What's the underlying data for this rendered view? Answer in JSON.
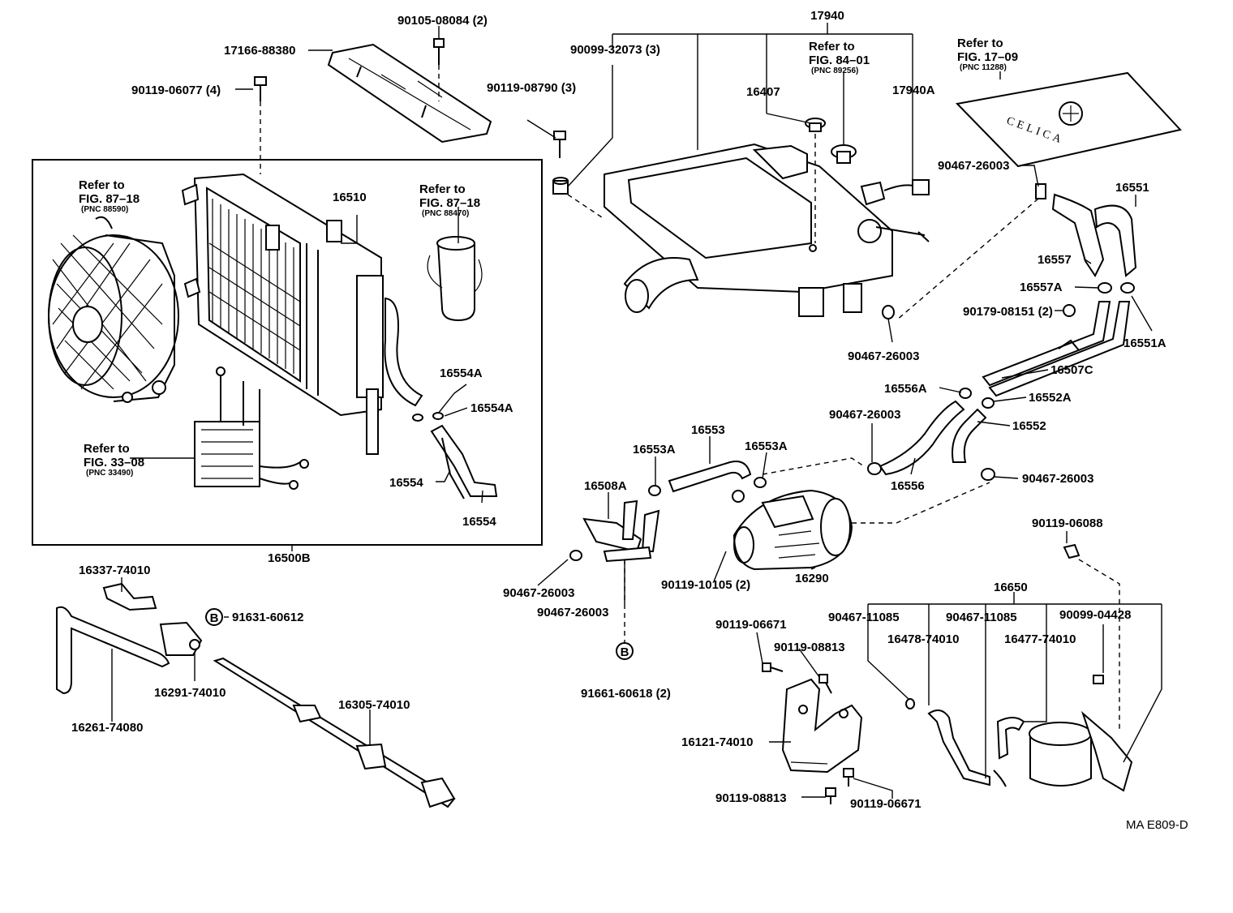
{
  "diagram_id": "MA E809-D",
  "badge_letter": "B",
  "part_numbers": {
    "p_17940": "17940",
    "p_90105_08084": "90105-08084 (2)",
    "p_17166_88380": "17166-88380",
    "p_90119_06077": "90119-06077 (4)",
    "p_90099_32073": "90099-32073 (3)",
    "p_90119_08790": "90119-08790 (3)",
    "p_16407": "16407",
    "p_17940A": "17940A",
    "p_16510": "16510",
    "p_90467_26003_a": "90467-26003",
    "p_16551": "16551",
    "p_16557": "16557",
    "p_16557A": "16557A",
    "p_90179_08151": "90179-08151 (2)",
    "p_16551A": "16551A",
    "p_90467_26003_b": "90467-26003",
    "p_16507C": "16507C",
    "p_16556A": "16556A",
    "p_16552A": "16552A",
    "p_16554A_a": "16554A",
    "p_16554A_b": "16554A",
    "p_90467_26003_c": "90467-26003",
    "p_16552": "16552",
    "p_16553": "16553",
    "p_16553A_a": "16553A",
    "p_16553A_b": "16553A",
    "p_16554_a": "16554",
    "p_16554_b": "16554",
    "p_16556": "16556",
    "p_90467_26003_d": "90467-26003",
    "p_16508A": "16508A",
    "p_16500B": "16500B",
    "p_90119_06088": "90119-06088",
    "p_16337_74010": "16337-74010",
    "p_90467_26003_e": "90467-26003",
    "p_90119_10105": "90119-10105 (2)",
    "p_16290": "16290",
    "p_16650": "16650",
    "p_90467_26003_f": "90467-26003",
    "p_91631_60612": "91631-60612",
    "p_90467_11085_a": "90467-11085",
    "p_90467_11085_b": "90467-11085",
    "p_90099_04428": "90099-04428",
    "p_90119_06671_a": "90119-06671",
    "p_16478_74010": "16478-74010",
    "p_16477_74010": "16477-74010",
    "p_90119_08813_a": "90119-08813",
    "p_16291_74010": "16291-74010",
    "p_16261_74080": "16261-74080",
    "p_91661_60618": "91661-60618 (2)",
    "p_16305_74010": "16305-74010",
    "p_16121_74010": "16121-74010",
    "p_90119_08813_b": "90119-08813",
    "p_90119_06671_b": "90119-06671"
  },
  "references": {
    "r_87_18_a": {
      "line1": "Refer to",
      "line2": "FIG. 87–18",
      "pnc": "(PNC 88590)"
    },
    "r_87_18_b": {
      "line1": "Refer to",
      "line2": "FIG. 87–18",
      "pnc": "(PNC 88470)"
    },
    "r_84_01": {
      "line1": "Refer to",
      "line2": "FIG. 84–01",
      "pnc": "(PNC 89256)"
    },
    "r_17_09": {
      "line1": "Refer to",
      "line2": "FIG. 17–09",
      "pnc": "(PNC 11288)"
    },
    "r_33_08": {
      "line1": "Refer to",
      "line2": "FIG. 33–08",
      "pnc": "(PNC 33490)"
    }
  },
  "cover_text": "CELICA"
}
